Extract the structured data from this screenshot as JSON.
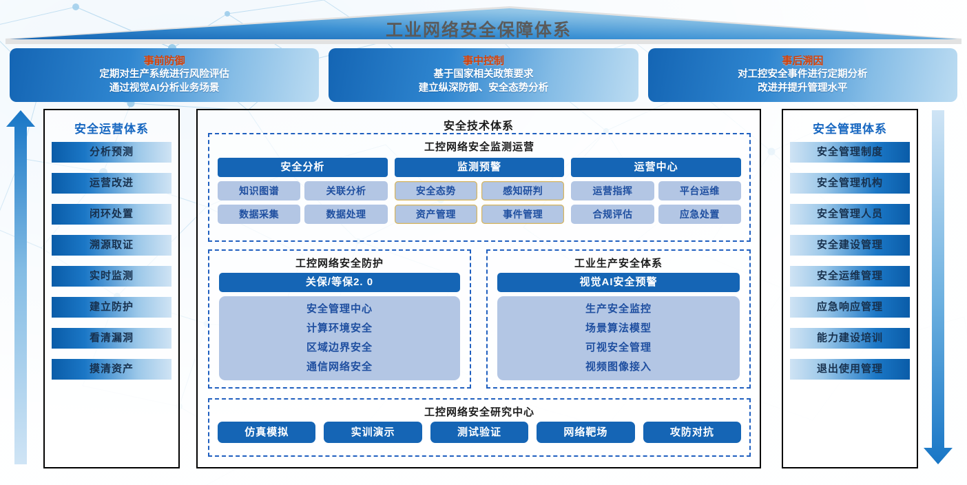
{
  "roof": {
    "title": "工业网络安全保障体系"
  },
  "phases": [
    {
      "name": "事前防御",
      "lines": [
        "定期对生产系统进行风险评估",
        "通过视觉AI分析业务场景"
      ]
    },
    {
      "name": "事中控制",
      "lines": [
        "基于国家相关政策要求",
        "建立纵深防御、安全态势分析"
      ]
    },
    {
      "name": "事后溯因",
      "lines": [
        "对工控安全事件进行定期分析",
        "改进并提升管理水平"
      ]
    }
  ],
  "arrows": {
    "left": "up-arrow",
    "right": "down-arrow"
  },
  "ops_panel": {
    "title": "安全运营体系",
    "items": [
      "分析预测",
      "运营改进",
      "闭环处置",
      "溯源取证",
      "实时监测",
      "建立防护",
      "看清漏洞",
      "摸清资产"
    ]
  },
  "mgmt_panel": {
    "title": "安全管理体系",
    "items": [
      "安全管理制度",
      "安全管理机构",
      "安全管理人员",
      "安全建设管理",
      "安全运维管理",
      "应急响应管理",
      "能力建设培训",
      "退出使用管理"
    ]
  },
  "tech_panel": {
    "title": "安全技术体系",
    "monitor": {
      "title": "工控网络安全监测运营",
      "columns": [
        {
          "head": "安全分析",
          "cells": [
            "知识图谱",
            "关联分析",
            "数据采集",
            "数据处理"
          ],
          "accent": false
        },
        {
          "head": "监测预警",
          "cells": [
            "安全态势",
            "感知研判",
            "资产管理",
            "事件管理"
          ],
          "accent": true
        },
        {
          "head": "运营中心",
          "cells": [
            "运营指挥",
            "平台运维",
            "合规评估",
            "应急处置"
          ],
          "accent": false
        }
      ]
    },
    "protect": {
      "title": "工控网络安全防护",
      "bar": "关保/等保2. 0",
      "lines": [
        "安全管理中心",
        "计算环境安全",
        "区域边界安全",
        "通信网络安全"
      ]
    },
    "prodsec": {
      "title": "工业生产安全体系",
      "bar": "视觉AI安全预警",
      "lines": [
        "生产安全监控",
        "场景算法模型",
        "可视安全管理",
        "视频图像接入"
      ]
    },
    "research": {
      "title": "工控网络安全研究中心",
      "buttons": [
        "仿真模拟",
        "实训演示",
        "测试验证",
        "网络靶场",
        "攻防对抗"
      ]
    }
  },
  "colors": {
    "brand_blue": "#1565b5",
    "deep_blue": "#0a5ca8",
    "light_blue": "#cfe3f4",
    "soft_block": "#b3c6e4",
    "cell_text": "#1f4fa0",
    "phase_title": "#d2420a",
    "dashed_border": "#1f5fbf",
    "accent_gold": "#d8b55a"
  }
}
